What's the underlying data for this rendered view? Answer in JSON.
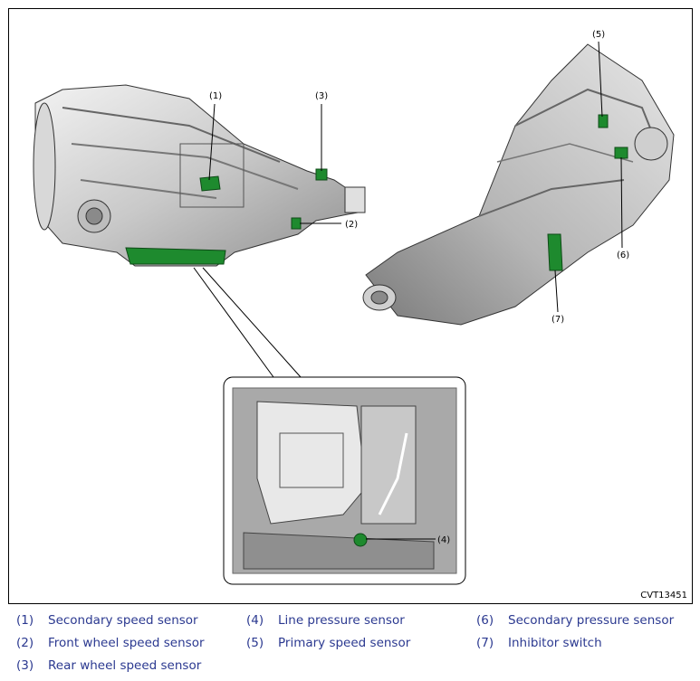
{
  "figure_code": "CVT13451",
  "callouts": {
    "c1": "(1)",
    "c2": "(2)",
    "c3": "(3)",
    "c4": "(4)",
    "c5": "(5)",
    "c6": "(6)",
    "c7": "(7)"
  },
  "colors": {
    "text": "#2b3990",
    "highlight": "#1e8a2e",
    "frame": "#000000"
  },
  "legend": [
    {
      "num": "(1)",
      "label": "Secondary speed sensor"
    },
    {
      "num": "(2)",
      "label": "Front wheel speed sensor"
    },
    {
      "num": "(3)",
      "label": "Rear wheel speed sensor"
    },
    {
      "num": "(4)",
      "label": "Line pressure sensor"
    },
    {
      "num": "(5)",
      "label": "Primary speed sensor"
    },
    {
      "num": "(6)",
      "label": "Secondary pressure sensor"
    },
    {
      "num": "(7)",
      "label": "Inhibitor switch"
    }
  ]
}
